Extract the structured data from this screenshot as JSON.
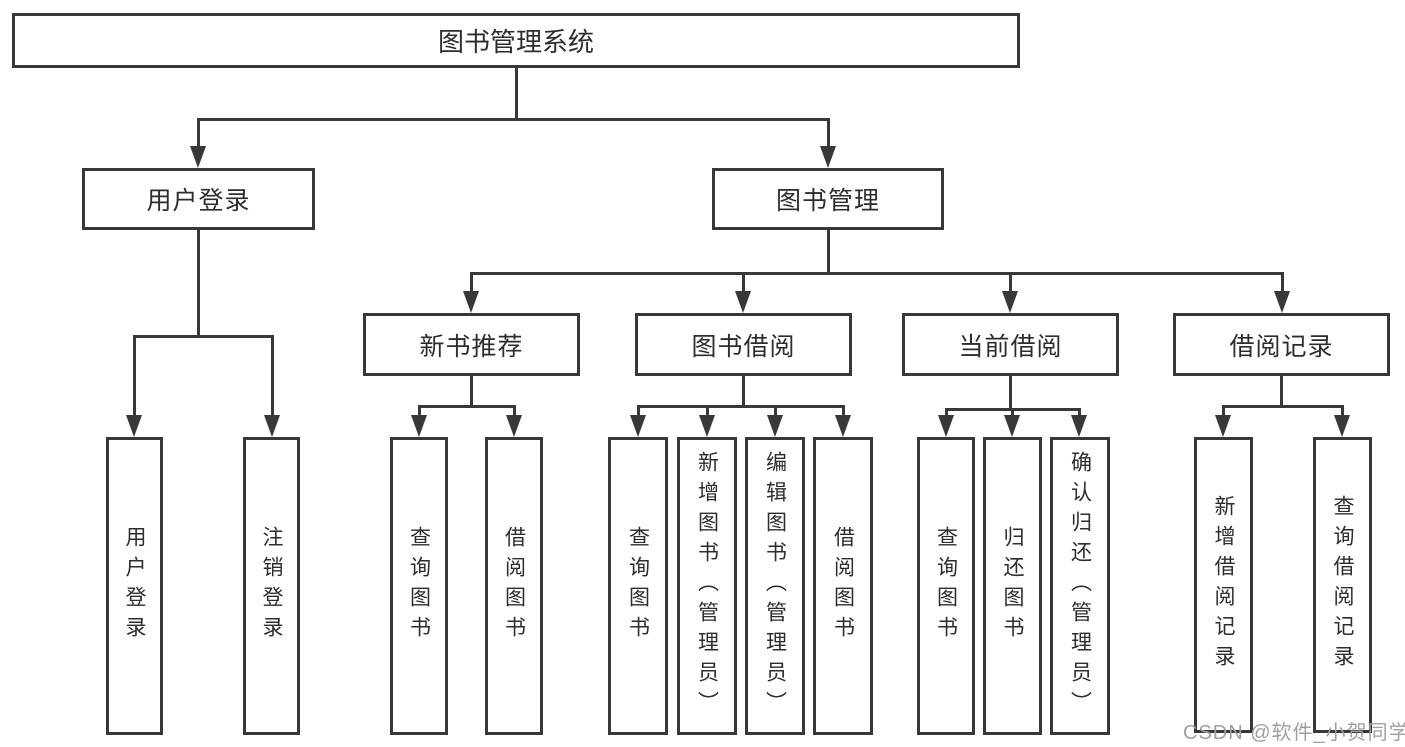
{
  "root": {
    "label": "图书管理系统"
  },
  "level2": {
    "user_login": {
      "label": "用户登录"
    },
    "book_mgmt": {
      "label": "图书管理"
    }
  },
  "level3": {
    "new_books": {
      "label": "新书推荐"
    },
    "borrowing": {
      "label": "图书借阅"
    },
    "current": {
      "label": "当前借阅"
    },
    "records": {
      "label": "借阅记录"
    }
  },
  "leaves": {
    "user_login": {
      "login": "用户登录",
      "logout": "注销登录"
    },
    "new_books": {
      "query": "查询图书",
      "borrow": "借阅图书"
    },
    "borrowing": {
      "query": "查询图书",
      "add": "新增图书（管理员）",
      "edit": "编辑图书（管理员）",
      "borrow": "借阅图书"
    },
    "current": {
      "query": "查询图书",
      "return": "归还图书",
      "confirm": "确认归还（管理员）"
    },
    "records": {
      "add": "新增借阅记录",
      "query": "查询借阅记录"
    }
  },
  "watermark": "CSDN @软件_小贺同学",
  "colors": {
    "line": "#383838",
    "text": "#2d2d2d",
    "watermark": "#9f9f9f",
    "background": "#ffffff"
  }
}
